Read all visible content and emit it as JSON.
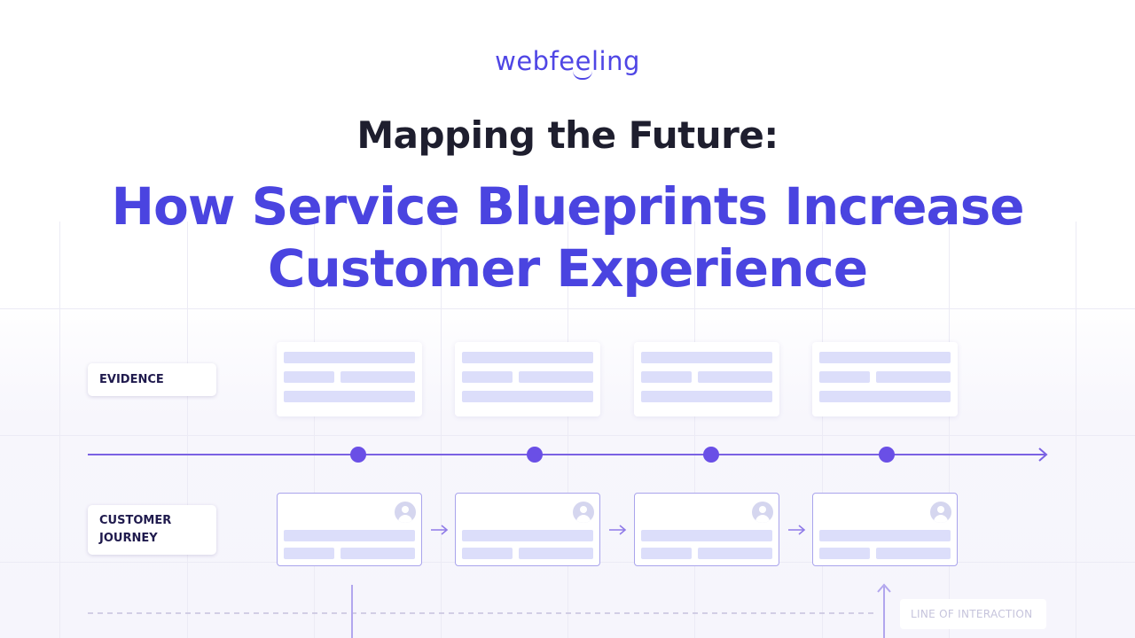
{
  "brand": {
    "logo_text": "webfeeling",
    "accent": "#4f46e5"
  },
  "headline": {
    "line1": "Mapping the Future:",
    "line2": "How Service Blueprints Increase Customer Experience"
  },
  "diagram": {
    "evidence_label": "EVIDENCE",
    "journey_label": "CUSTOMER JOURNEY",
    "interaction_label": "LINE OF INTERACTION",
    "timeline_color": "#7b62e3"
  }
}
